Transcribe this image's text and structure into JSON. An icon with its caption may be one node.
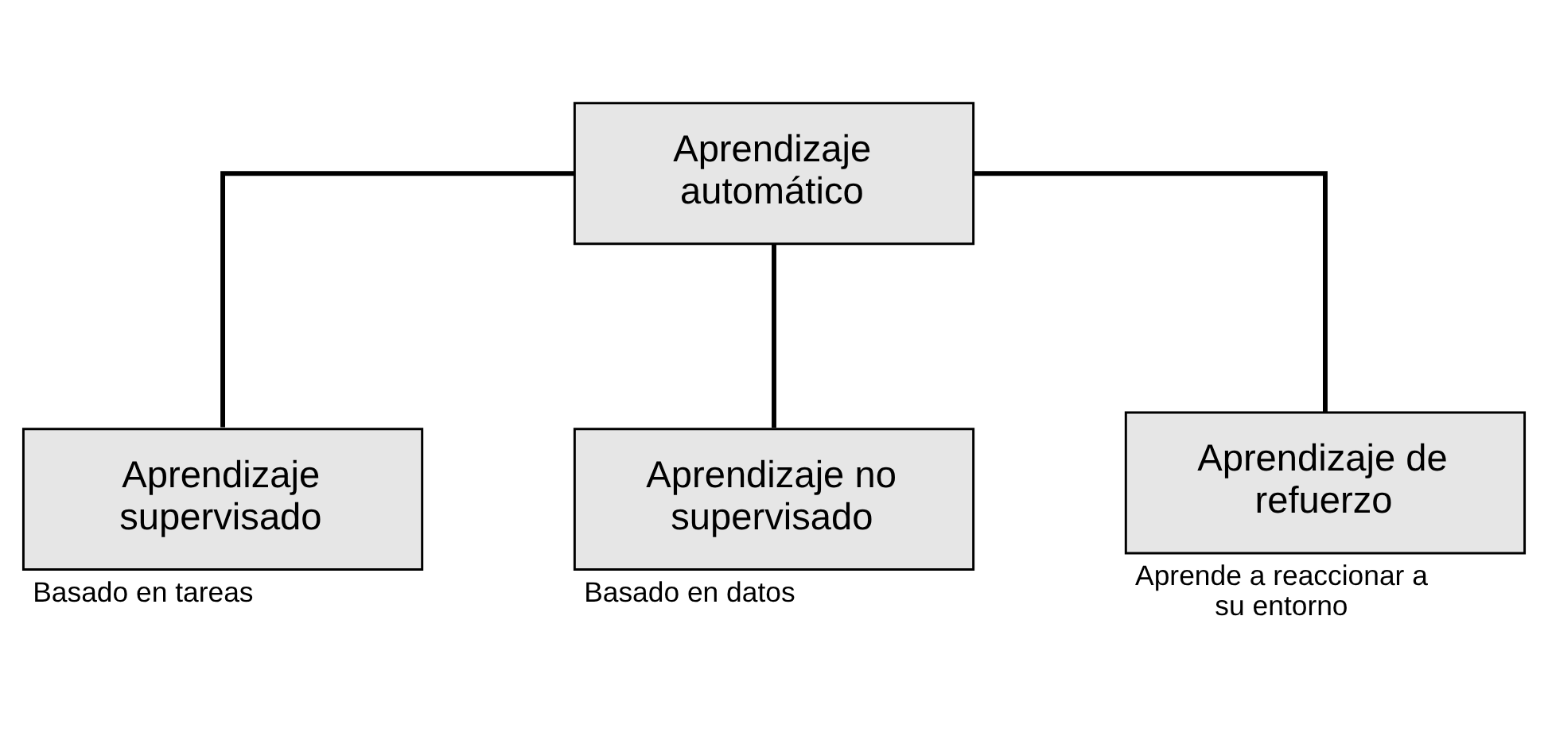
{
  "diagram": {
    "nodes": [
      {
        "text": [
          "Aprendizaje automático"
        ]
      },
      {
        "text": [
          "Aprendizaje supervisado"
        ],
        "beside": [
          "Basado en tareas"
        ]
      },
      {
        "text": [
          "Aprendizaje no supervisado"
        ],
        "beside": [
          "Basado en datos"
        ]
      },
      {
        "text": [
          "Aprendizaje de refuerzo"
        ],
        "beside": [
          "Aprende a reaccionar a su entorno"
        ]
      }
    ],
    "edges": [
      {
        "from": 0,
        "to": 1,
        "arrow": "none"
      },
      {
        "from": 0,
        "to": 2,
        "arrow": "none"
      },
      {
        "from": 0,
        "to": 3,
        "arrow": "none"
      }
    ]
  }
}
